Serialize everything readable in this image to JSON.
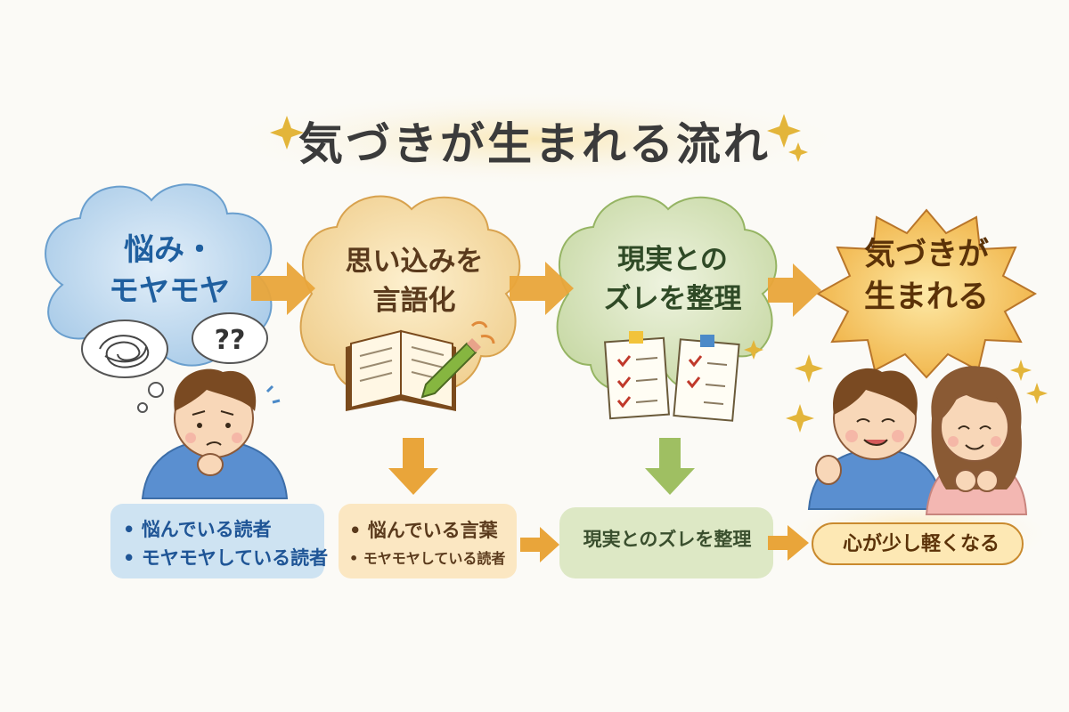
{
  "title": "気づきが生まれる流れ",
  "steps": [
    {
      "heading_lines": [
        "悩み・",
        "モヤモヤ"
      ]
    },
    {
      "heading_lines": [
        "思い込みを",
        "言語化"
      ]
    },
    {
      "heading_lines": [
        "現実との",
        "ズレを整理"
      ]
    },
    {
      "heading_lines": [
        "気づきが",
        "生まれる"
      ]
    }
  ],
  "thought_bubble_text": "??",
  "results": {
    "step1": [
      "• 悩んでいる読者",
      "• モヤモヤしている読者"
    ],
    "step2": [
      "• 悩んでいる言葉",
      "• モヤモヤしている読者"
    ],
    "step3": "現実とのズレを整理",
    "step4": "心が少し軽くなる"
  },
  "colors": {
    "step1": "#9fc4e4",
    "step2": "#f1cf8c",
    "step3": "#c7d8a4",
    "step4": "#f2b84a",
    "arrow": "#e9a53a",
    "arrow_down_green": "#9fbf62"
  }
}
